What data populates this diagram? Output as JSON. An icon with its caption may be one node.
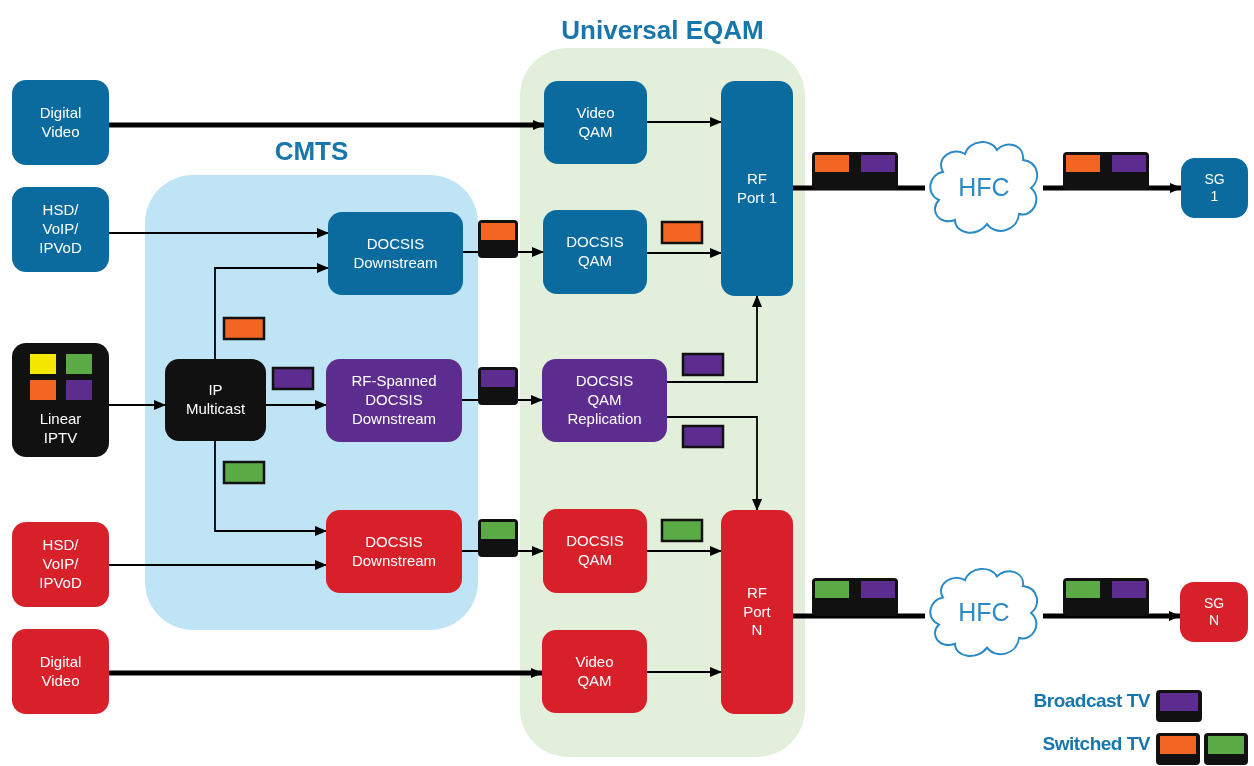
{
  "diagram": {
    "nodes": [
      {
        "text": [
          "Universal EQAM"
        ]
      },
      {
        "text": [
          "CMTS"
        ]
      },
      {
        "text": [
          "Digital Video"
        ]
      },
      {
        "text": [
          "HSD/ VoIP/ IPVoD"
        ]
      },
      {
        "text": [
          "Linear IPTV"
        ]
      },
      {
        "text": [
          "HSD/ VoIP/ IPVoD"
        ]
      },
      {
        "text": [
          "Digital Video"
        ]
      },
      {
        "text": [
          "IP Multicast"
        ],
        "in": 1
      },
      {
        "text": [
          "DOCSIS Downstream"
        ],
        "in": 1
      },
      {
        "text": [
          "RF-Spanned DOCSIS Downstream"
        ],
        "in": 1
      },
      {
        "text": [
          "DOCSIS Downstream"
        ],
        "in": 1
      },
      {
        "text": [
          "Video QAM"
        ],
        "in": 0
      },
      {
        "text": [
          "DOCSIS QAM"
        ],
        "in": 0
      },
      {
        "text": [
          "DOCSIS QAM Replication"
        ],
        "in": 0
      },
      {
        "text": [
          "DOCSIS QAM"
        ],
        "in": 0
      },
      {
        "text": [
          "Video QAM"
        ],
        "in": 0
      },
      {
        "text": [
          "RF Port 1"
        ],
        "in": 0
      },
      {
        "text": [
          "RF Port N"
        ],
        "in": 0
      },
      {
        "text": [
          "HFC"
        ]
      },
      {
        "text": [
          "SG 1"
        ]
      },
      {
        "text": [
          "HFC"
        ]
      },
      {
        "text": [
          "SG N"
        ]
      }
    ],
    "edges": [
      {
        "from": 2,
        "to": 11,
        "arrow": "to",
        "style": "thick"
      },
      {
        "from": 3,
        "to": 8,
        "arrow": "to"
      },
      {
        "from": 4,
        "to": 7,
        "arrow": "to"
      },
      {
        "from": 7,
        "to": 8,
        "arrow": "to"
      },
      {
        "from": 7,
        "to": 9,
        "arrow": "to"
      },
      {
        "from": 7,
        "to": 10,
        "arrow": "to"
      },
      {
        "from": 5,
        "to": 10,
        "arrow": "to"
      },
      {
        "from": 6,
        "to": 15,
        "arrow": "to",
        "style": "thick"
      },
      {
        "from": 8,
        "to": 12,
        "arrow": "to"
      },
      {
        "from": 9,
        "to": 13,
        "arrow": "to"
      },
      {
        "from": 10,
        "to": 14,
        "arrow": "to"
      },
      {
        "from": 11,
        "to": 16,
        "arrow": "to"
      },
      {
        "from": 12,
        "to": 16,
        "arrow": "to"
      },
      {
        "from": 13,
        "to": 16,
        "arrow": "to"
      },
      {
        "from": 13,
        "to": 17,
        "arrow": "to"
      },
      {
        "from": 14,
        "to": 17,
        "arrow": "to"
      },
      {
        "from": 15,
        "to": 17,
        "arrow": "to"
      },
      {
        "from": 16,
        "to": 18,
        "arrow": "none",
        "style": "thick"
      },
      {
        "from": 18,
        "to": 19,
        "arrow": "to",
        "style": "thick"
      },
      {
        "from": 17,
        "to": 20,
        "arrow": "none",
        "style": "thick"
      },
      {
        "from": 20,
        "to": 21,
        "arrow": "to",
        "style": "thick"
      }
    ],
    "legend": [
      {
        "text": "Broadcast TV",
        "color": "#5c2d8f"
      },
      {
        "text": "Switched TV"
      }
    ]
  }
}
